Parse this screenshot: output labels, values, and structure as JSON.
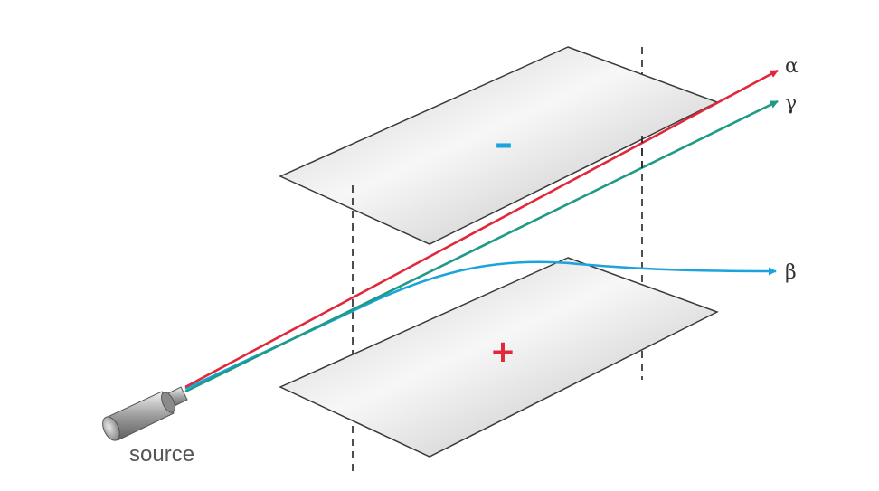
{
  "diagram": {
    "source_label": "source",
    "top_plate_sign": "–",
    "bottom_plate_sign": "+",
    "rays": [
      {
        "id": "alpha",
        "label": "α",
        "color": "#e0283a"
      },
      {
        "id": "gamma",
        "label": "γ",
        "color": "#1f9a86"
      },
      {
        "id": "beta",
        "label": "β",
        "color": "#1ba3dc"
      }
    ],
    "colors": {
      "negative_sign": "#1ba3dc",
      "positive_sign": "#e0283a",
      "plate_edge": "#3a3a3a",
      "guide_line": "#222222"
    }
  }
}
